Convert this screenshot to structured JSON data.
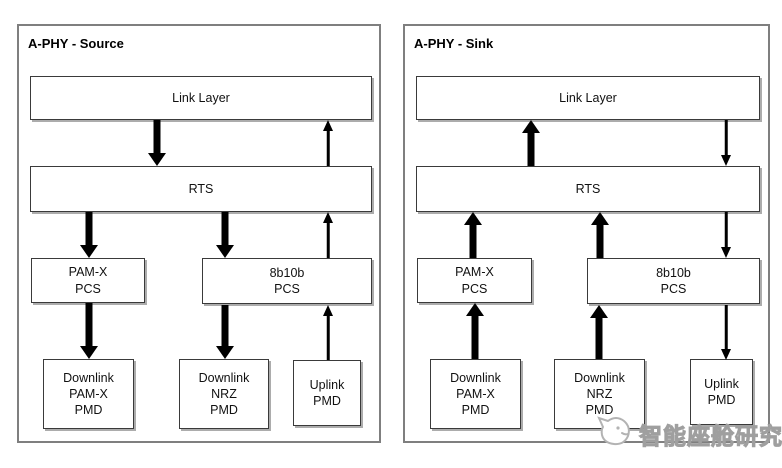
{
  "watermark": {
    "text": "智能座舱研究",
    "icon": "mascot-cat-face-icon",
    "color": "#a8a8a8"
  },
  "diagram": {
    "type": "block-diagram",
    "accent_colors": {
      "box_border": "#3a3a3a",
      "panel_border": "#7f7f7f",
      "arrow": "#000000"
    },
    "panels": [
      {
        "id": "source",
        "title": "A-PHY - Source",
        "nodes": {
          "link_layer": "Link Layer",
          "rts": "RTS",
          "pamx_pcs": "PAM-X\nPCS",
          "pcs_8b10b": "8b10b\nPCS",
          "downlink_pamx_pmd": "Downlink\nPAM-X\nPMD",
          "downlink_nrz_pmd": "Downlink\nNRZ\nPMD",
          "uplink_pmd": "Uplink\nPMD"
        },
        "edges": [
          {
            "from": "Link Layer",
            "to": "RTS",
            "style": "thick",
            "direction": "down"
          },
          {
            "from": "RTS",
            "to": "Link Layer",
            "style": "thin",
            "direction": "up"
          },
          {
            "from": "RTS",
            "to": "PAM-X PCS",
            "style": "thick",
            "direction": "down"
          },
          {
            "from": "RTS",
            "to": "8b10b PCS",
            "style": "thick",
            "direction": "down"
          },
          {
            "from": "8b10b PCS",
            "to": "RTS",
            "style": "thin",
            "direction": "up"
          },
          {
            "from": "PAM-X PCS",
            "to": "Downlink PAM-X PMD",
            "style": "thick",
            "direction": "down"
          },
          {
            "from": "8b10b PCS",
            "to": "Downlink NRZ PMD",
            "style": "thick",
            "direction": "down"
          },
          {
            "from": "Uplink PMD",
            "to": "8b10b PCS",
            "style": "thin",
            "direction": "up"
          }
        ]
      },
      {
        "id": "sink",
        "title": "A-PHY - Sink",
        "nodes": {
          "link_layer": "Link Layer",
          "rts": "RTS",
          "pamx_pcs": "PAM-X\nPCS",
          "pcs_8b10b": "8b10b\nPCS",
          "downlink_pamx_pmd": "Downlink\nPAM-X\nPMD",
          "downlink_nrz_pmd": "Downlink\nNRZ\nPMD",
          "uplink_pmd": "Uplink\nPMD"
        },
        "edges": [
          {
            "from": "RTS",
            "to": "Link Layer",
            "style": "thick",
            "direction": "up"
          },
          {
            "from": "Link Layer",
            "to": "RTS",
            "style": "thin",
            "direction": "down"
          },
          {
            "from": "PAM-X PCS",
            "to": "RTS",
            "style": "thick",
            "direction": "up"
          },
          {
            "from": "8b10b PCS",
            "to": "RTS",
            "style": "thick",
            "direction": "up"
          },
          {
            "from": "RTS",
            "to": "8b10b PCS",
            "style": "thin",
            "direction": "down"
          },
          {
            "from": "Downlink PAM-X PMD",
            "to": "PAM-X PCS",
            "style": "thick",
            "direction": "up"
          },
          {
            "from": "Downlink NRZ PMD",
            "to": "8b10b PCS",
            "style": "thick",
            "direction": "up"
          },
          {
            "from": "8b10b PCS",
            "to": "Uplink PMD",
            "style": "thin",
            "direction": "down"
          }
        ]
      }
    ]
  }
}
